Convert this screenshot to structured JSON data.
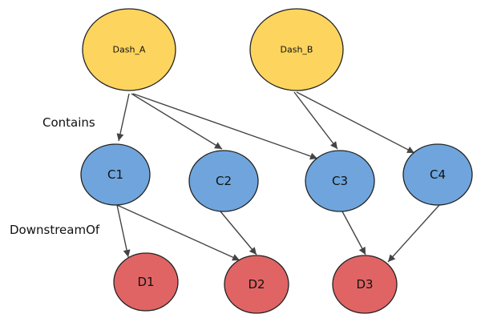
{
  "colors": {
    "dashboard_fill": "#FDD55E",
    "chart_fill": "#6FA5DC",
    "dataset_fill": "#E06464",
    "stroke": "#222222",
    "edge": "#444444"
  },
  "nodes": {
    "dash_a": {
      "label": "Dash_A",
      "group": "dashboard"
    },
    "dash_b": {
      "label": "Dash_B",
      "group": "dashboard"
    },
    "c1": {
      "label": "C1",
      "group": "chart"
    },
    "c2": {
      "label": "C2",
      "group": "chart"
    },
    "c3": {
      "label": "C3",
      "group": "chart"
    },
    "c4": {
      "label": "C4",
      "group": "chart"
    },
    "d1": {
      "label": "D1",
      "group": "dataset"
    },
    "d2": {
      "label": "D2",
      "group": "dataset"
    },
    "d3": {
      "label": "D3",
      "group": "dataset"
    }
  },
  "edges": [
    {
      "from": "dash_a",
      "to": "c1",
      "relation": "contains"
    },
    {
      "from": "dash_a",
      "to": "c2",
      "relation": "contains"
    },
    {
      "from": "dash_a",
      "to": "c3",
      "relation": "contains"
    },
    {
      "from": "dash_b",
      "to": "c3",
      "relation": "contains"
    },
    {
      "from": "dash_b",
      "to": "c4",
      "relation": "contains"
    },
    {
      "from": "c1",
      "to": "d1",
      "relation": "downstream_of"
    },
    {
      "from": "c1",
      "to": "d2",
      "relation": "downstream_of"
    },
    {
      "from": "c2",
      "to": "d2",
      "relation": "downstream_of"
    },
    {
      "from": "c3",
      "to": "d3",
      "relation": "downstream_of"
    },
    {
      "from": "c4",
      "to": "d3",
      "relation": "downstream_of"
    }
  ],
  "labels": {
    "contains": "Contains",
    "downstream_of": "DownstreamOf"
  }
}
